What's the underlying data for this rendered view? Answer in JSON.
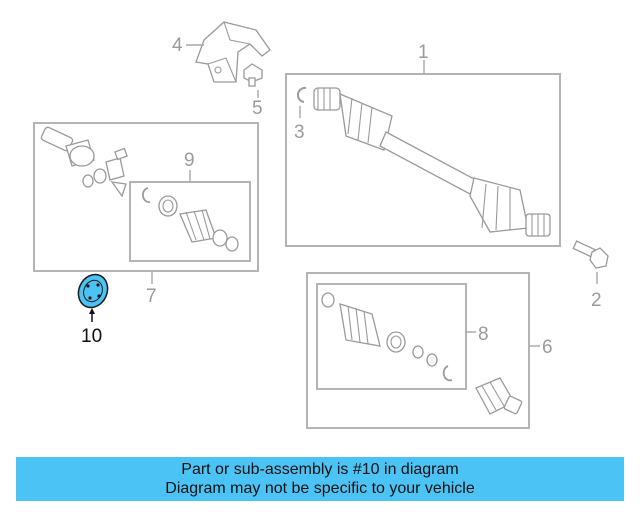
{
  "callouts": {
    "c1": "1",
    "c2": "2",
    "c3": "3",
    "c4": "4",
    "c5": "5",
    "c6": "6",
    "c7": "7",
    "c8": "8",
    "c9": "9",
    "c10": "10"
  },
  "highlight_color": "#4cc3f5",
  "banner": {
    "line1": "Part or sub-assembly is #10 in diagram",
    "line2": "Diagram may not be specific to your vehicle"
  }
}
